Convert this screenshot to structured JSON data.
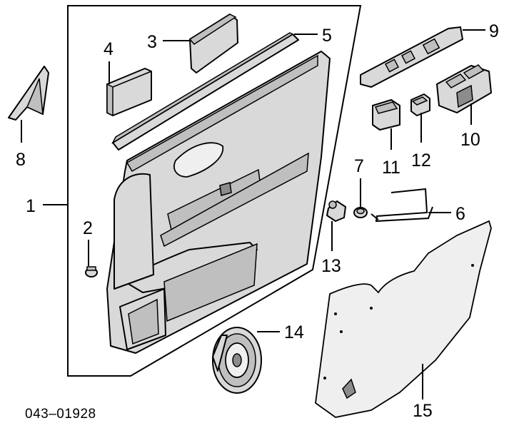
{
  "callouts": [
    {
      "id": "1",
      "text": "1"
    },
    {
      "id": "2",
      "text": "2"
    },
    {
      "id": "3",
      "text": "3"
    },
    {
      "id": "4",
      "text": "4"
    },
    {
      "id": "5",
      "text": "5"
    },
    {
      "id": "6",
      "text": "6"
    },
    {
      "id": "7",
      "text": "7"
    },
    {
      "id": "8",
      "text": "8"
    },
    {
      "id": "9",
      "text": "9"
    },
    {
      "id": "10",
      "text": "10"
    },
    {
      "id": "11",
      "text": "11"
    },
    {
      "id": "12",
      "text": "12"
    },
    {
      "id": "13",
      "text": "13"
    },
    {
      "id": "14",
      "text": "14"
    },
    {
      "id": "15",
      "text": "15"
    }
  ],
  "diagram_code": "043–01928"
}
